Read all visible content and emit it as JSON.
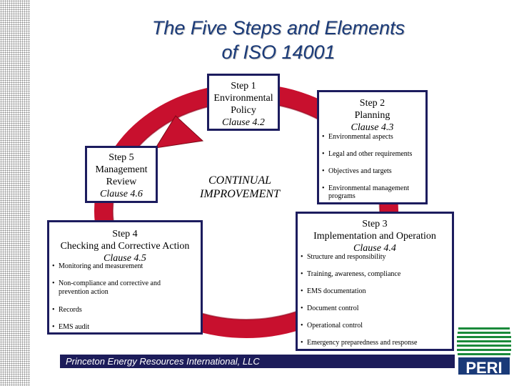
{
  "title": {
    "line1": "The Five Steps and Elements",
    "line2": "of ISO 14001"
  },
  "center_label": {
    "line1": "CONTINUAL",
    "line2": "IMPROVEMENT"
  },
  "steps": {
    "step1": {
      "line1": "Step 1",
      "line2": "Environmental",
      "line3": "Policy",
      "clause": "Clause 4.2"
    },
    "step2": {
      "line1": "Step 2",
      "line2": "Planning",
      "clause": "Clause 4.3",
      "bullets": [
        "Environmental aspects",
        "Legal and other requirements",
        "Objectives and targets",
        "Environmental management",
        "programs"
      ]
    },
    "step3": {
      "line1": "Step 3",
      "line2": "Implementation and Operation",
      "clause": "Clause 4.4",
      "bullets": [
        "Structure and responsibility",
        "Training, awareness, compliance",
        "EMS documentation",
        "Document control",
        "Operational control",
        "Emergency preparedness and response"
      ]
    },
    "step4": {
      "line1": "Step 4",
      "line2": "Checking and Corrective Action",
      "clause": "Clause 4.5",
      "bullets": [
        "Monitoring and measurement",
        "Non-compliance and corrective and",
        "prevention action",
        "Records",
        "EMS audit"
      ]
    },
    "step5": {
      "line1": "Step 5",
      "line2": "Management",
      "line3": "Review",
      "clause": "Clause 4.6"
    }
  },
  "footer": {
    "text": "Princeton Energy Resources International, LLC"
  },
  "logo": {
    "text": "PERI"
  },
  "colors": {
    "arrow_red": "#c8102e",
    "box_border": "#1c1c5e",
    "footer_bg": "#1c1c5a",
    "logo_green": "#1a8a3a",
    "logo_blue": "#1a3a78"
  }
}
